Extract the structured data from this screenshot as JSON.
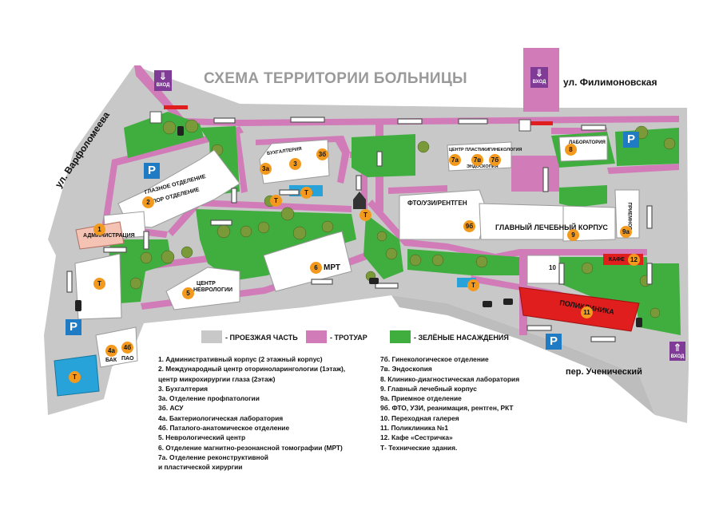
{
  "title": "СХЕМА ТЕРРИТОРИИ БОЛЬНИЦЫ",
  "streets": {
    "filimonovskaya": "ул. Филимоновская",
    "varfolomeeva": "ул. Варфоломеева",
    "uchenichesky": "пер. Ученический"
  },
  "entrances": {
    "label": "ВХОД"
  },
  "legend": [
    {
      "color": "#c8c8c8",
      "label": "- ПРОЕЗЖАЯ ЧАСТЬ"
    },
    {
      "color": "#d17cb8",
      "label": "- ТРОТУАР"
    },
    {
      "color": "#3fae3f",
      "label": "- ЗЕЛЁНЫЕ НАСАЖДЕНИЯ"
    }
  ],
  "list_left": [
    "1. Административный корпус (2 этажный корпус)",
    "2. Международный центр оториноларингологии (1этаж),",
    "центр микрохирургии глаза (2этаж)",
    "3. Бухгалтерия",
    "3а. Отделение профпатологии",
    "3б. АСУ",
    "4а. Бактериологическая лаборатория",
    "4б. Паталого-анатомическое отделение",
    "5. Неврологический центр",
    "6. Отделение магнитно-резонансной томографии (МРТ)",
    "7а. Отделение реконструктивной",
    "и пластической хирургии"
  ],
  "list_right": [
    "7б. Гинекологическое отделение",
    "7в. Эндоскопия",
    "8. Клинико-диагностическая лаборатория",
    "9. Главный лечебный корпус",
    "9а. Приемное отделение",
    "9б. ФТО, УЗИ, реанимация, рентген, РКТ",
    "10. Переходная галерея",
    "11. Поликлиника №1",
    "12. Кафе «Сестричка»",
    "Т- Технические здания."
  ],
  "buildings": {
    "admin": "АДМИНИСТРАЦИЯ",
    "eye": "ГЛАЗНОЕ ОТДЕЛЕНИЕ",
    "lor": "ЛОР ОТДЕЛЕНИЕ",
    "buh": "БУХГАЛТЕРИЯ",
    "neuro1": "ЦЕНТР",
    "neuro2": "НЕВРОЛОГИИ",
    "mrt": "МРТ",
    "bak": "БАК",
    "pao": "ПАО",
    "plastic": "ЦЕНТР ПЛАСТИКИ",
    "gyn": "ГИНЕКОЛОГИЯ",
    "endo": "ЭНДОСКОПИЯ",
    "lab": "ЛАБОРАТОРИЯ",
    "fto": "ФТО/УЗИ/РЕНТГЕН",
    "main": "ГЛАВНЫЙ ЛЕЧЕБНЫЙ КОРПУС",
    "priem": "ПРИЕМНОЕ",
    "cafe": "КАФЕ",
    "poly": "ПОЛИКЛИНИКА"
  },
  "numbers": {
    "n1": "1",
    "n2": "2",
    "n3": "3",
    "n3a": "3а",
    "n3b": "3б",
    "n4a": "4а",
    "n4b": "4б",
    "n5": "5",
    "n6": "6",
    "n7a": "7а",
    "n7b": "7б",
    "n7v": "7в",
    "n8": "8",
    "n9": "9",
    "n9a": "9а",
    "n9b": "9б",
    "n10": "10",
    "n11": "11",
    "n12": "12"
  },
  "tech_label": "Т",
  "parking_label": "P",
  "colors": {
    "road": "#c8c8c8",
    "sidewalk": "#d17cb8",
    "green": "#3fae3f",
    "entrance": "#7f3b96",
    "marker": "#f39a1e",
    "parking": "#1e7bc4",
    "poly": "#e01e1e"
  }
}
